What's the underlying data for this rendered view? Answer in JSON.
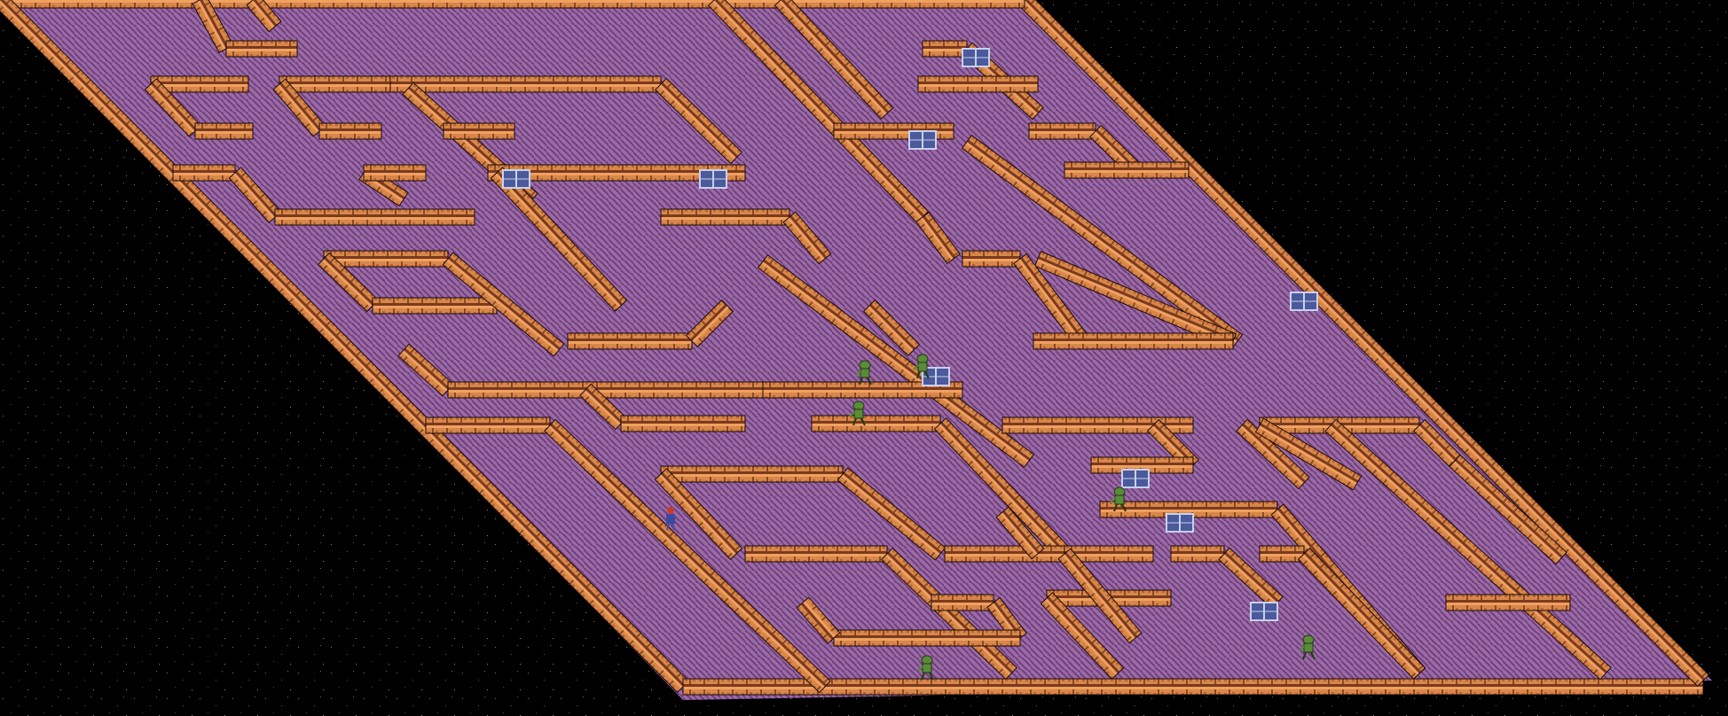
{
  "game": {
    "colors": {
      "space": "#000000",
      "star": "#8a8a8a",
      "floor": "#9b6ba6",
      "floor_stripe": "#6f3f7d",
      "wall_face": "#d8874a",
      "wall_shade": "#7a3a1e",
      "wall_top": "#f0a060",
      "wall_outline": "#1a0a0a",
      "window": "#4a5a9a",
      "window_frame": "#c8d0f0",
      "alien": "#5a8a3a",
      "alien_dark": "#1e3a12",
      "player": "#3a4aa0",
      "player_accent": "#c83a2a"
    },
    "sprites": {
      "player_icon": "human-player-icon",
      "enemy_icon": "green-alien-icon",
      "door_icon": "blue-window-icon"
    },
    "entities": {
      "player_count": 1,
      "alien_count": 6,
      "window_count": 9
    }
  }
}
